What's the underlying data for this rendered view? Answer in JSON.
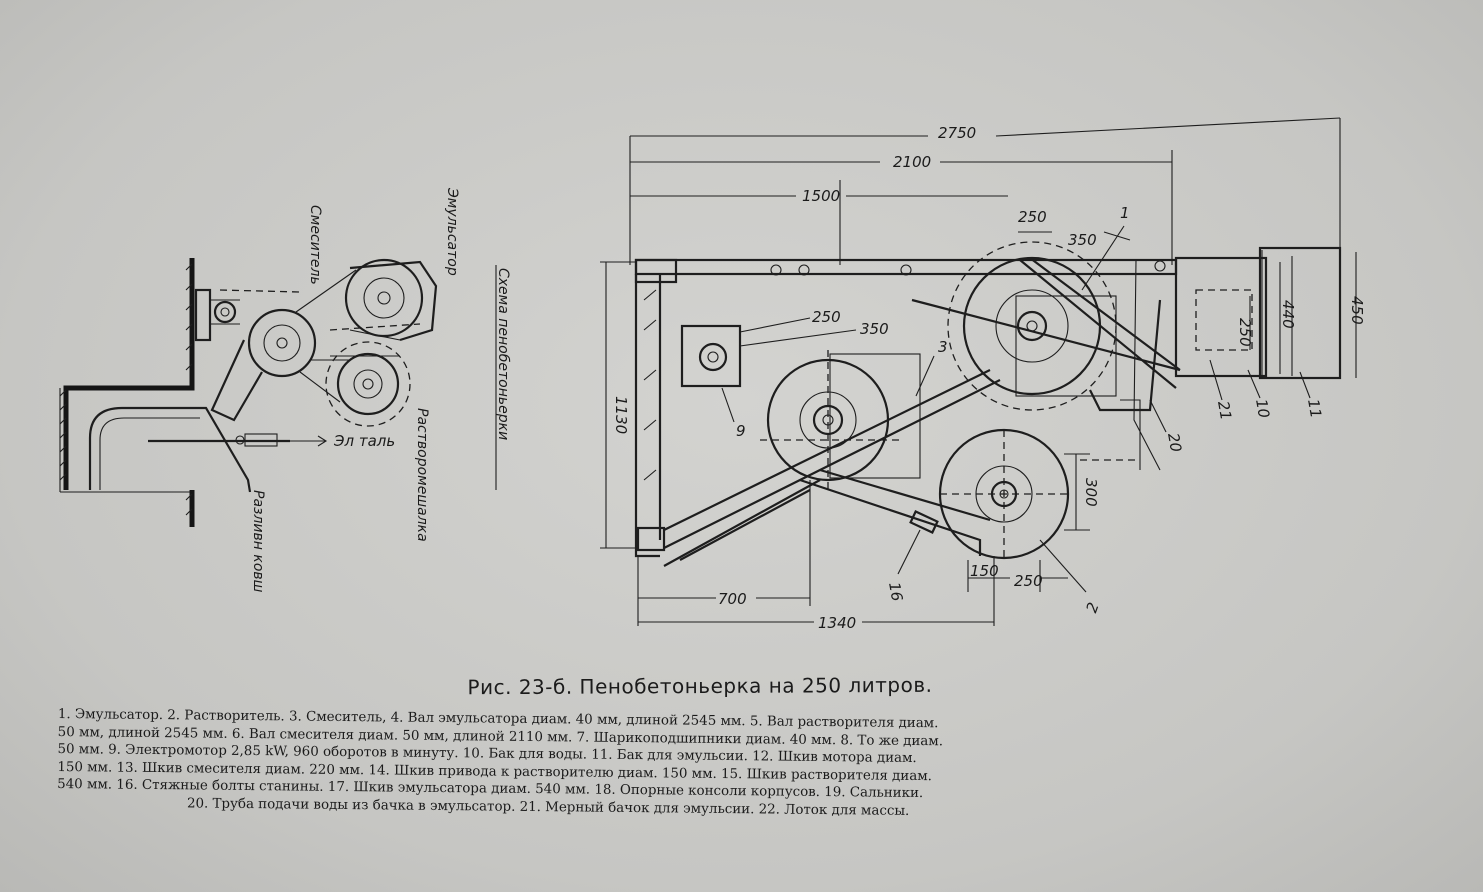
{
  "schematic": {
    "title": "Схема пенобетоньерки",
    "labels": {
      "emulsator": "Эмульсатор",
      "mixer": "Смеситель",
      "solution_mixer": "Растворомешалка",
      "hoist": "Эл таль",
      "ladle": "Разливн ковш"
    }
  },
  "drawing": {
    "dimensions": [
      "2750",
      "2100",
      "1500",
      "250",
      "350",
      "250",
      "350",
      "1130",
      "440",
      "450",
      "250",
      "300",
      "150",
      "250",
      "700",
      "1340"
    ],
    "callouts": [
      "1",
      "2",
      "3",
      "9",
      "10",
      "11",
      "16",
      "20",
      "21"
    ]
  },
  "caption": {
    "title": "Рис. 23-б. Пенобетоньерка на 250 литров.",
    "legend_lines": [
      "1. Эмульсатор. 2. Растворитель. 3. Смеситель, 4. Вал эмульсатора диам. 40 мм, длиной 2545 мм. 5. Вал растворителя диам.",
      "50 мм, длиной 2545 мм. 6. Вал смесителя диам. 50 мм, длиной 2110 мм. 7. Шарикоподшипники диам. 40 мм. 8. То же диам.",
      "50 мм. 9. Электромотор 2,85 kW, 960 оборотов в минуту. 10. Бак для воды. 11. Бак для эмульсии. 12. Шкив мотора диам.",
      "150 мм. 13. Шкив смесителя диам. 220 мм. 14. Шкив привода к растворителю диам. 150 мм. 15. Шкив растворителя диам.",
      "540 мм. 16. Стяжные болты станины. 17. Шкив эмульсатора диам. 540 мм. 18. Опорные консоли корпусов. 19. Сальники.",
      "20. Труба подачи воды из бачка в эмульсатор. 21. Мерный бачок для эмульсии. 22. Лоток для массы."
    ]
  }
}
